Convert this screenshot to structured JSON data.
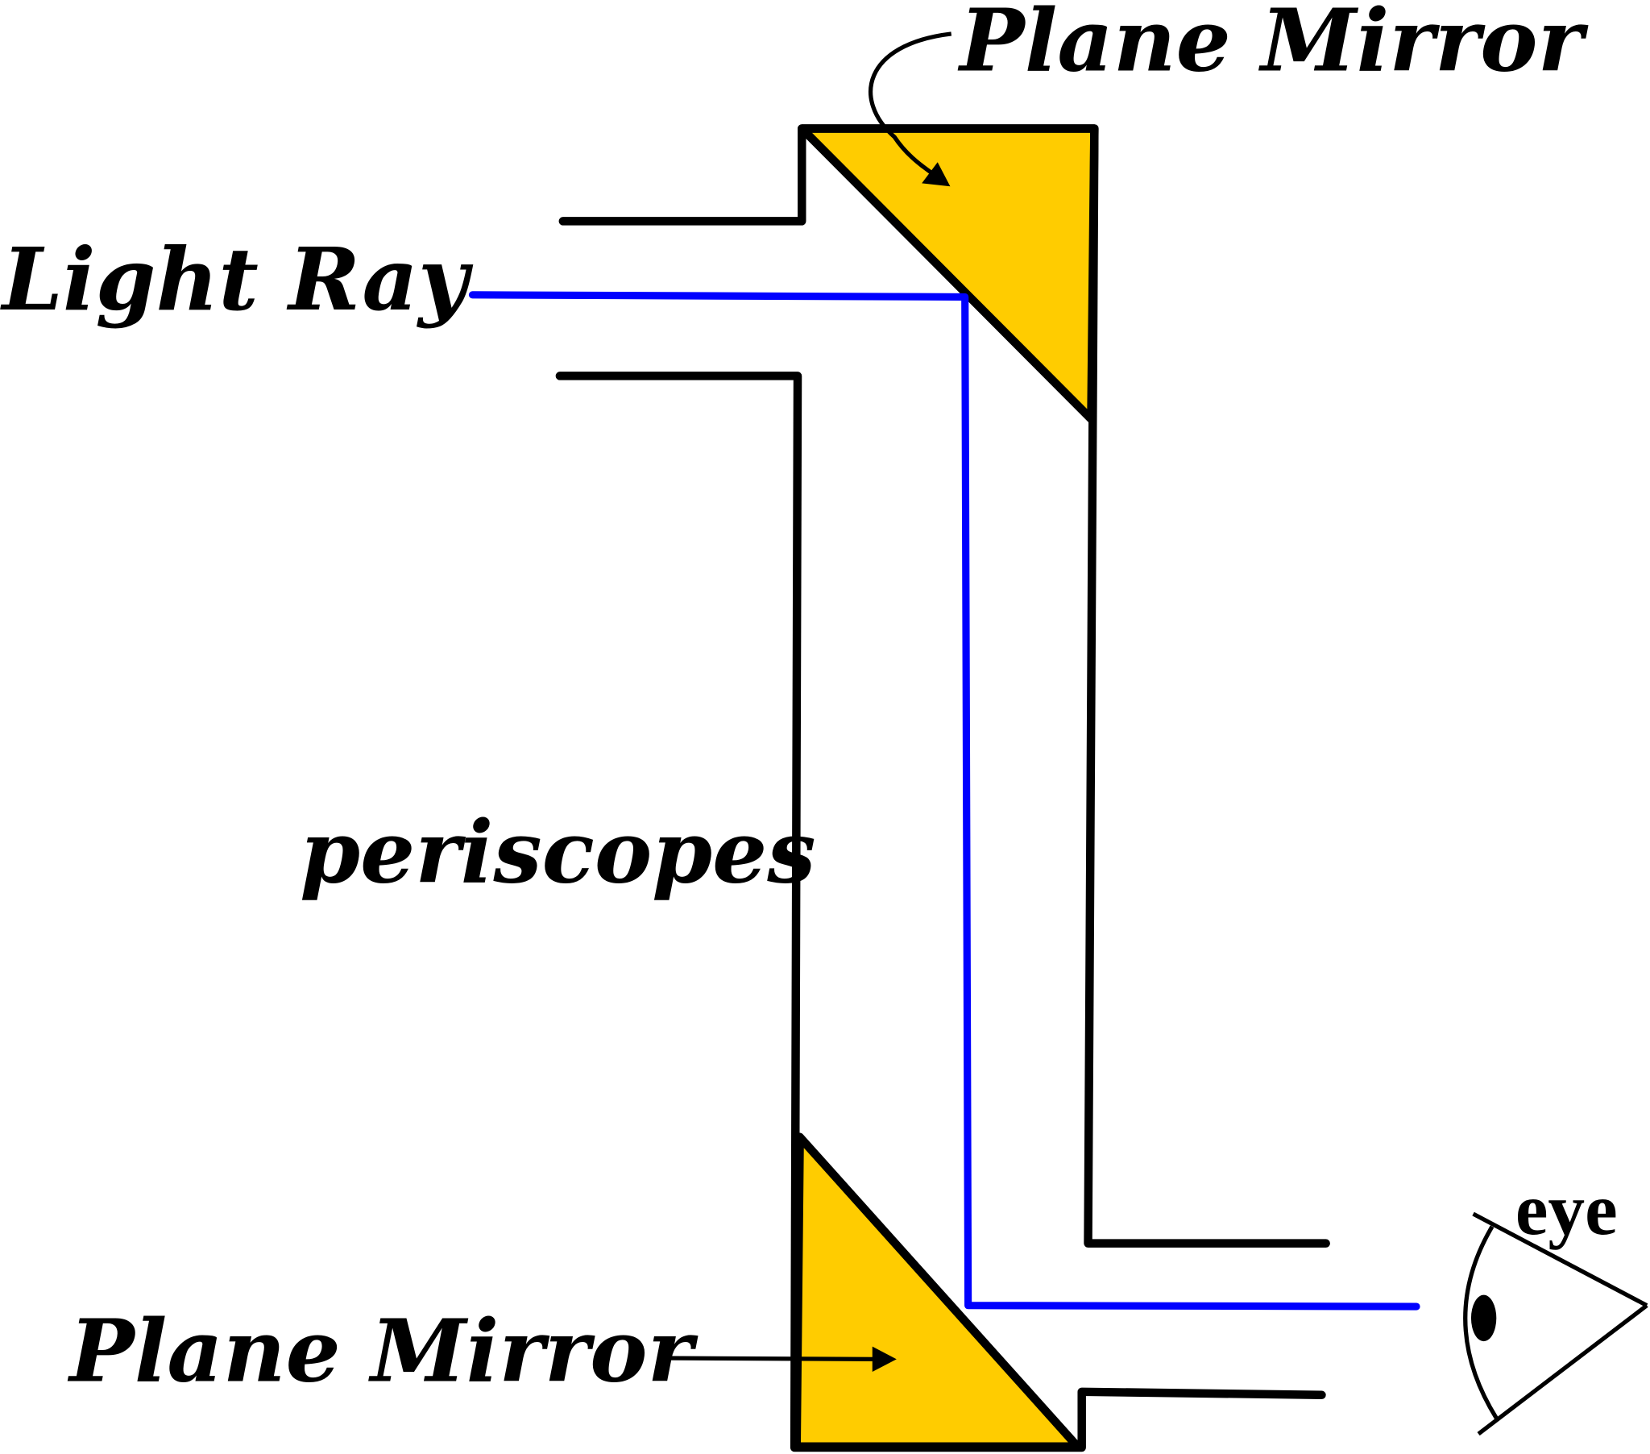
{
  "labels": {
    "top_mirror": "Plane Mirror",
    "light_ray": "Light Ray",
    "periscopes": "periscopes",
    "bottom_mirror": "Plane Mirror",
    "eye": "eye"
  },
  "colors": {
    "mirror_fill": "#FFCC00",
    "light_ray": "#0000FF",
    "outline": "#000000"
  }
}
